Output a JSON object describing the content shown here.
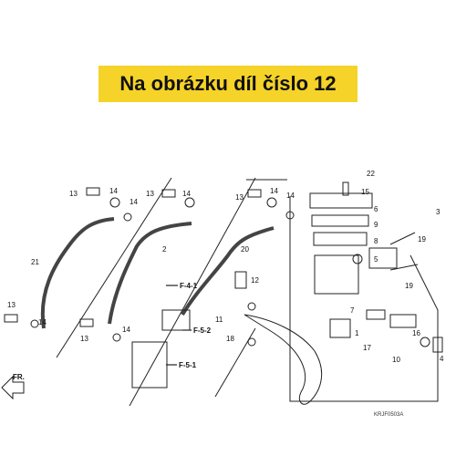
{
  "banner": {
    "text": "Na obrázku díl číslo 12"
  },
  "diagram": {
    "part_labels": [
      "1",
      "2",
      "3",
      "4",
      "5",
      "6",
      "7",
      "8",
      "9",
      "10",
      "11",
      "12",
      "13",
      "13",
      "13",
      "13",
      "14",
      "14",
      "14",
      "14",
      "14",
      "14",
      "14",
      "15",
      "16",
      "17",
      "18",
      "19",
      "19",
      "20",
      "21",
      "22"
    ],
    "refs": {
      "f41": "F-4-1",
      "f52": "F-5-2",
      "f51": "F-5-1"
    },
    "front_arrow": "FR.",
    "drawing_code": "KRJF0503A"
  },
  "colors": {
    "banner": "#f5d328",
    "line": "#222222"
  }
}
